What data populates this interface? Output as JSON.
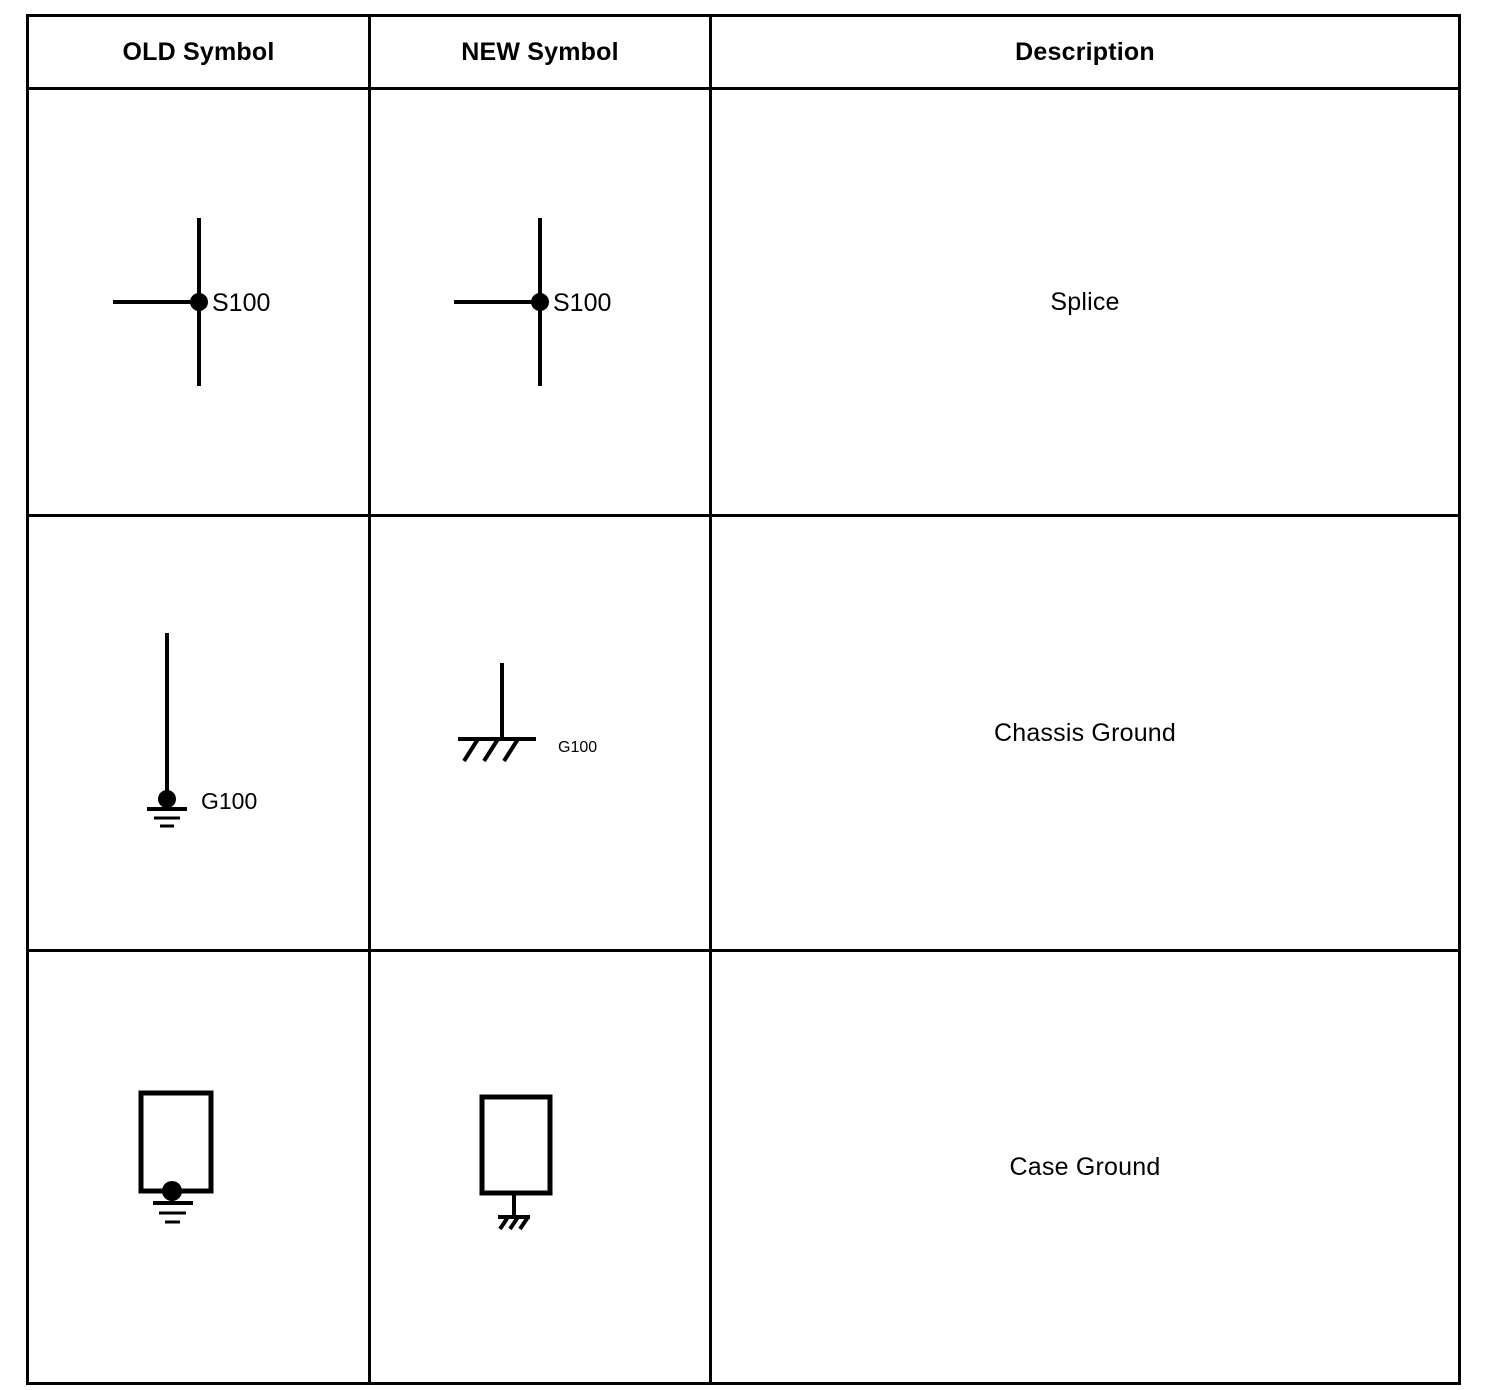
{
  "table": {
    "headers": [
      {
        "key": "old",
        "label": "OLD Symbol"
      },
      {
        "key": "new",
        "label": "NEW Symbol"
      },
      {
        "key": "description",
        "label": "Description"
      }
    ],
    "rows": [
      {
        "id": "splice",
        "description": "Splice",
        "old_symbol": {
          "name": "splice-symbol-old",
          "label": "S100",
          "elements": [
            "vertical-wire",
            "horizontal-wire",
            "filled-junction-dot"
          ]
        },
        "new_symbol": {
          "name": "splice-symbol-new",
          "label": "S100",
          "elements": [
            "vertical-wire",
            "horizontal-wire",
            "filled-junction-dot"
          ]
        }
      },
      {
        "id": "chassis-ground",
        "description": "Chassis Ground",
        "old_symbol": {
          "name": "chassis-ground-symbol-old",
          "label": "G100",
          "elements": [
            "vertical-wire",
            "filled-junction-dot",
            "ground-bars"
          ]
        },
        "new_symbol": {
          "name": "chassis-ground-symbol-new",
          "label": "G100",
          "elements": [
            "vertical-wire",
            "ground-crossbar",
            "hatch-strokes"
          ]
        }
      },
      {
        "id": "case-ground",
        "description": "Case Ground",
        "old_symbol": {
          "name": "case-ground-symbol-old",
          "label": "",
          "elements": [
            "case-rectangle",
            "filled-junction-dot",
            "ground-bars"
          ]
        },
        "new_symbol": {
          "name": "case-ground-symbol-new",
          "label": "",
          "elements": [
            "case-rectangle",
            "stub-wire",
            "hatch-strokes"
          ]
        }
      }
    ]
  },
  "style": {
    "ink": "#000000",
    "paper": "#ffffff"
  }
}
